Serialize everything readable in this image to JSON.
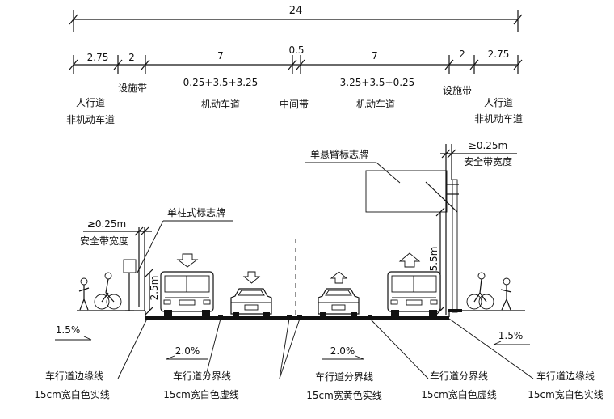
{
  "dimensions": {
    "total": "24",
    "sidewalk_left": "2.75",
    "facility_left": "2",
    "carriageway_left": "7",
    "median": "0.5",
    "carriageway_right": "7",
    "facility_right": "2",
    "sidewalk_right": "2.75",
    "left_lanes": "0.25+3.5+3.25",
    "right_lanes": "3.25+3.5+0.25"
  },
  "zones": {
    "sidewalk_left_1": "人行道",
    "sidewalk_left_2": "非机动车道",
    "facility_left": "设施带",
    "carriageway_left": "机动车道",
    "median": "中间带",
    "carriageway_right": "机动车道",
    "facility_right": "设施带",
    "sidewalk_right_1": "人行道",
    "sidewalk_right_2": "非机动车道"
  },
  "signs": {
    "cantilever_label": "单悬臂标志牌",
    "cantilever_clearance": "≥0.25m",
    "cantilever_clearance_label": "安全带宽度",
    "cantilever_height": "5.5m",
    "post_label": "单柱式标志牌",
    "post_clearance": "≥0.25m",
    "post_clearance_label": "安全带宽度",
    "post_height": "2.5m"
  },
  "slopes": {
    "sidewalk_left": "1.5%",
    "road_left": "2.0%",
    "road_right": "2.0%",
    "sidewalk_right": "1.5%"
  },
  "markings": [
    {
      "name": "车行道边缘线",
      "spec": "15cm宽白色实线"
    },
    {
      "name": "车行道分界线",
      "spec": "15cm宽白色虚线"
    },
    {
      "name": "车行道分界线",
      "spec": "15cm宽黄色实线"
    },
    {
      "name": "车行道分界线",
      "spec": "15cm宽白色虚线"
    },
    {
      "name": "车行道边缘线",
      "spec": "15cm宽白色实线"
    }
  ]
}
